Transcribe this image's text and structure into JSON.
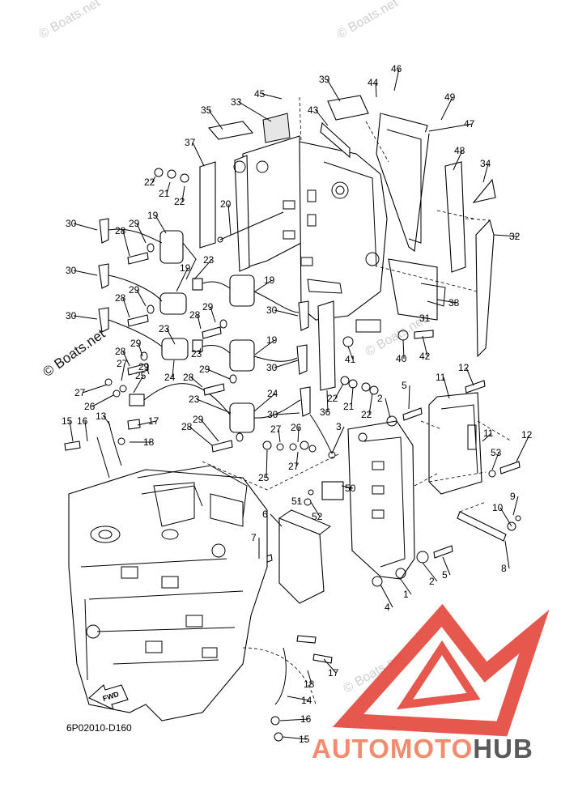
{
  "watermarks": {
    "text": "© Boats.net",
    "sample": "Boats.net"
  },
  "diagram_code": "6P02010-D160",
  "fwd_label": "FWD",
  "brand": {
    "part1": "AUTOMOTO",
    "part2": "HUB",
    "color1": "#f28c6e",
    "color2": "#5a5a5a",
    "logo_color": "#e2392e"
  },
  "callouts": [
    "1",
    "2",
    "3",
    "4",
    "5",
    "6",
    "7",
    "8",
    "9",
    "10",
    "11",
    "12",
    "13",
    "14",
    "15",
    "16",
    "17",
    "18",
    "19",
    "20",
    "21",
    "22",
    "23",
    "24",
    "25",
    "26",
    "27",
    "28",
    "29",
    "30",
    "31",
    "32",
    "33",
    "34",
    "35",
    "36",
    "37",
    "38",
    "39",
    "40",
    "41",
    "42",
    "43",
    "44",
    "45",
    "46",
    "47",
    "48",
    "49",
    "50",
    "51",
    "52",
    "53"
  ]
}
